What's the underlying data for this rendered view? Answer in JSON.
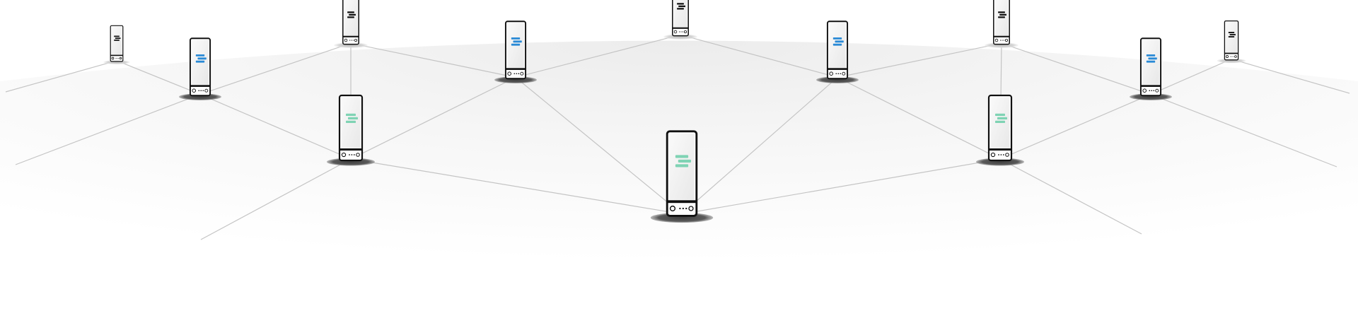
{
  "colors": {
    "background": "#ffffff",
    "dome_inner": "#eeeeee",
    "dome_outer": "#ffffff",
    "link_line": "#c4c4c4",
    "device_outline": "#111111",
    "device_screen": "#f2f2f2",
    "shadow_dark": "#4a4a4a",
    "shadow_light": "#cfcfcf",
    "logo_teal": "#7fd3b4",
    "logo_blue": "#2a8ad6",
    "logo_black": "#111111"
  },
  "network": {
    "nodes": [
      {
        "id": "n-back-1",
        "logo": "black-logo",
        "depth": "far"
      },
      {
        "id": "n-back-2",
        "logo": "black-logo",
        "depth": "far"
      },
      {
        "id": "n-back-3",
        "logo": "black-logo",
        "depth": "far"
      },
      {
        "id": "n-back-4",
        "logo": "black-logo",
        "depth": "far"
      },
      {
        "id": "n-back-5",
        "logo": "black-logo",
        "depth": "far"
      },
      {
        "id": "n-mid-1",
        "logo": "blue-logo",
        "depth": "mid"
      },
      {
        "id": "n-mid-2",
        "logo": "blue-logo",
        "depth": "mid"
      },
      {
        "id": "n-mid-3",
        "logo": "blue-logo",
        "depth": "mid"
      },
      {
        "id": "n-mid-4",
        "logo": "blue-logo",
        "depth": "mid"
      },
      {
        "id": "n-front-1",
        "logo": "teal-logo",
        "depth": "near"
      },
      {
        "id": "n-front-2",
        "logo": "teal-logo",
        "depth": "near"
      },
      {
        "id": "n-center",
        "logo": "teal-logo",
        "depth": "nearest"
      }
    ],
    "links": [
      [
        "n-back-1",
        "n-mid-1"
      ],
      [
        "n-mid-1",
        "n-back-2"
      ],
      [
        "n-back-2",
        "n-mid-2"
      ],
      [
        "n-mid-2",
        "n-back-3"
      ],
      [
        "n-back-3",
        "n-mid-3"
      ],
      [
        "n-mid-3",
        "n-back-4"
      ],
      [
        "n-back-4",
        "n-mid-4"
      ],
      [
        "n-mid-4",
        "n-back-5"
      ],
      [
        "n-back-2",
        "n-front-1"
      ],
      [
        "n-back-4",
        "n-front-2"
      ],
      [
        "n-mid-1",
        "n-front-1"
      ],
      [
        "n-front-1",
        "n-mid-2"
      ],
      [
        "n-mid-3",
        "n-front-2"
      ],
      [
        "n-front-2",
        "n-mid-4"
      ],
      [
        "n-front-1",
        "n-center"
      ],
      [
        "n-mid-2",
        "n-center"
      ],
      [
        "n-mid-3",
        "n-center"
      ],
      [
        "n-center",
        "n-front-2"
      ]
    ]
  }
}
